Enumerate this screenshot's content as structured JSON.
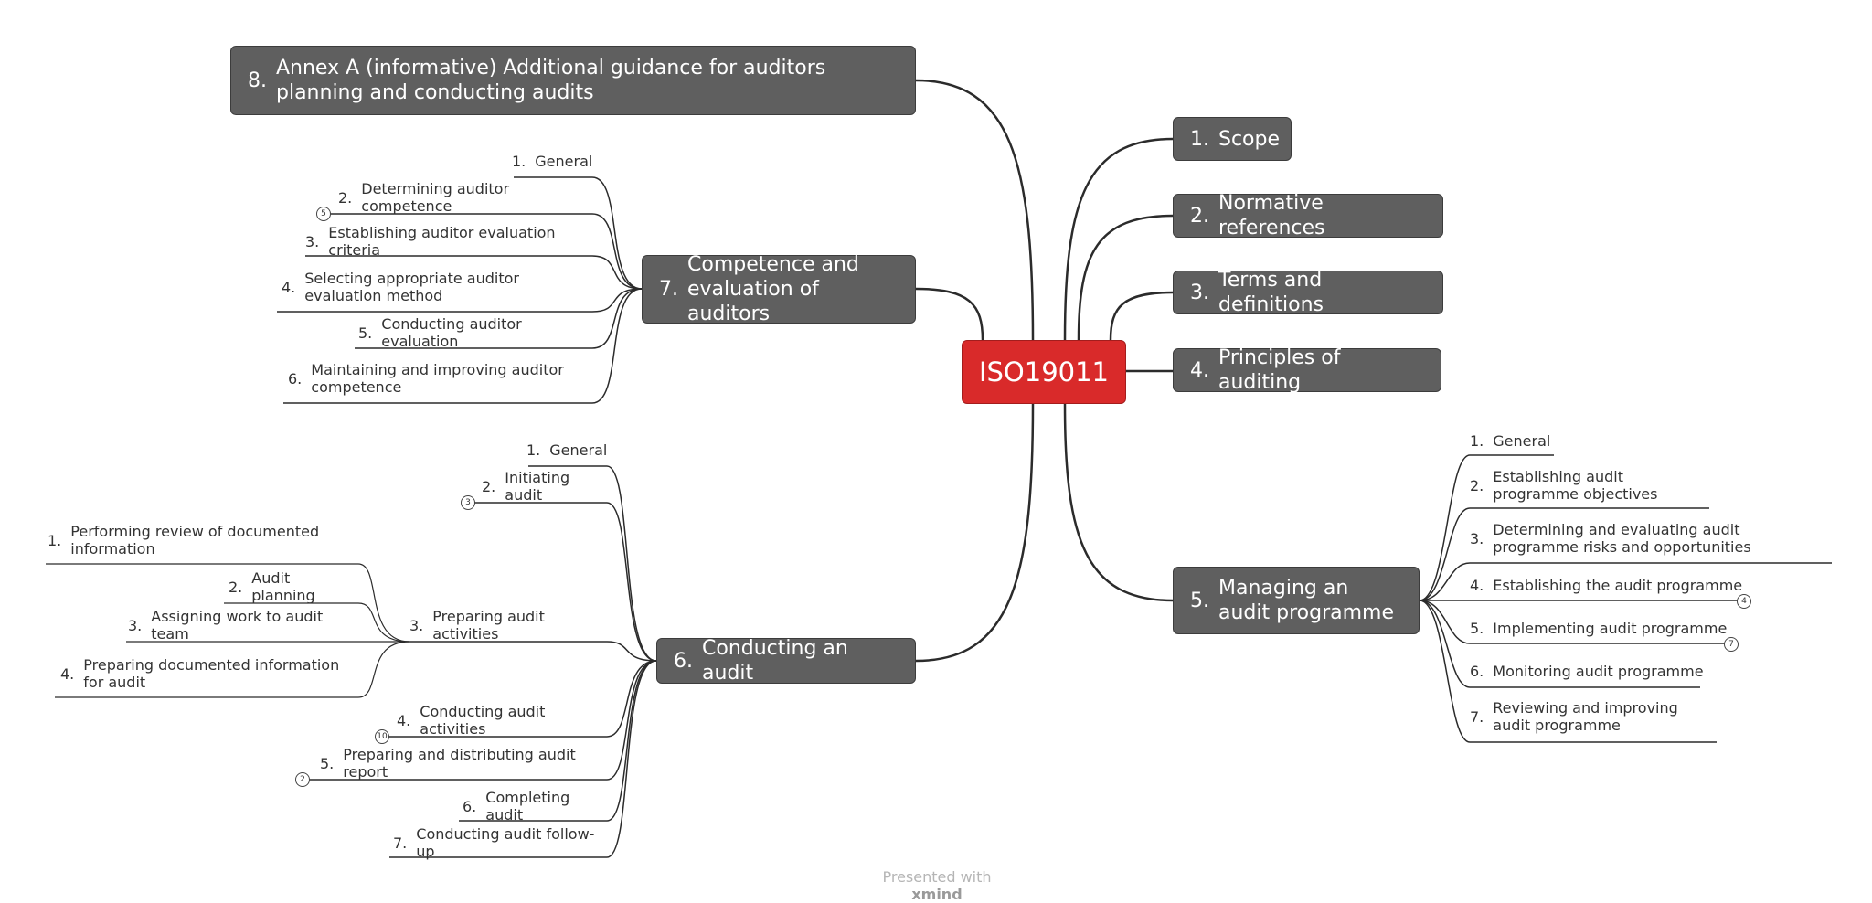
{
  "root": "ISO19011",
  "topics": [
    {
      "id": "t1",
      "num": "1.",
      "label": "Scope"
    },
    {
      "id": "t2",
      "num": "2.",
      "label": "Normative references"
    },
    {
      "id": "t3",
      "num": "3.",
      "label": "Terms and definitions"
    },
    {
      "id": "t4",
      "num": "4.",
      "label": "Principles of auditing"
    },
    {
      "id": "t5",
      "num": "5.",
      "label": "Managing an audit programme"
    },
    {
      "id": "t6",
      "num": "6.",
      "label": "Conducting an audit"
    },
    {
      "id": "t7",
      "num": "7.",
      "label": "Competence and evaluation of auditors"
    },
    {
      "id": "t8",
      "num": "8.",
      "label": "Annex A (informative) Additional guidance for auditors planning and conducting audits"
    }
  ],
  "t5_children": [
    {
      "num": "1.",
      "label": "General"
    },
    {
      "num": "2.",
      "label": "Establishing audit programme objectives"
    },
    {
      "num": "3.",
      "label": "Determining and evaluating audit programme risks and opportunities"
    },
    {
      "num": "4.",
      "label": "Establishing the audit programme",
      "badge": "4"
    },
    {
      "num": "5.",
      "label": "Implementing audit programme",
      "badge": "7"
    },
    {
      "num": "6.",
      "label": "Monitoring audit programme"
    },
    {
      "num": "7.",
      "label": "Reviewing and improving audit programme"
    }
  ],
  "t7_children": [
    {
      "num": "1.",
      "label": "General"
    },
    {
      "num": "2.",
      "label": "Determining auditor competence",
      "badge": "5"
    },
    {
      "num": "3.",
      "label": "Establishing auditor evaluation criteria"
    },
    {
      "num": "4.",
      "label": "Selecting appropriate auditor evaluation method"
    },
    {
      "num": "5.",
      "label": "Conducting auditor evaluation"
    },
    {
      "num": "6.",
      "label": "Maintaining and improving auditor competence"
    }
  ],
  "t6_children": [
    {
      "num": "1.",
      "label": "General"
    },
    {
      "num": "2.",
      "label": "Initiating audit",
      "badge": "3"
    },
    {
      "num": "3.",
      "label": "Preparing audit activities"
    },
    {
      "num": "4.",
      "label": "Conducting audit activities",
      "badge": "10"
    },
    {
      "num": "5.",
      "label": "Preparing and distributing audit report",
      "badge": "2"
    },
    {
      "num": "6.",
      "label": "Completing audit"
    },
    {
      "num": "7.",
      "label": "Conducting audit follow-up"
    }
  ],
  "t6_3_children": [
    {
      "num": "1.",
      "label": "Performing review of documented information"
    },
    {
      "num": "2.",
      "label": "Audit planning"
    },
    {
      "num": "3.",
      "label": "Assigning work to audit team"
    },
    {
      "num": "4.",
      "label": "Preparing documented information for audit"
    }
  ],
  "footer": {
    "prefix": "Presented with",
    "brand": "xmind"
  },
  "colors": {
    "root": "#d92a2a",
    "topic": "#5f5f5f",
    "line": "#2b2b2b"
  }
}
